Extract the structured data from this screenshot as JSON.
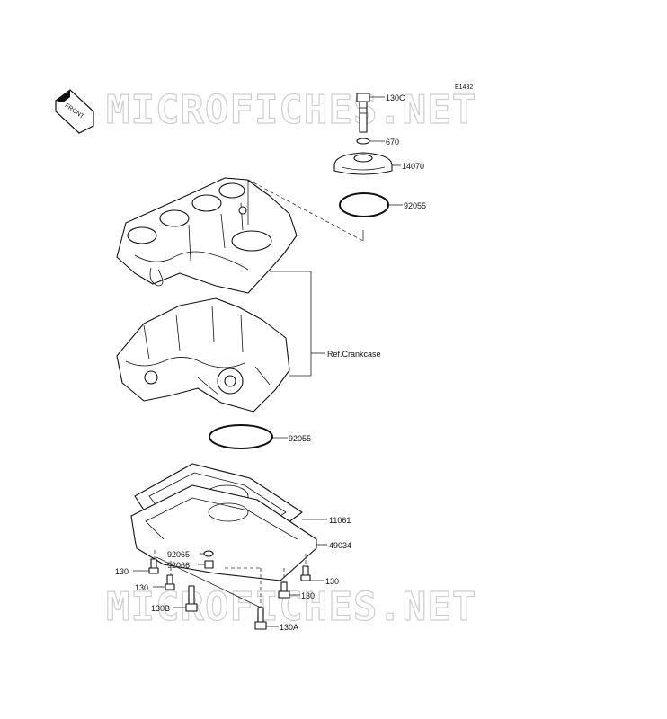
{
  "diagram": {
    "code": "E1432",
    "front_label": "FRONT",
    "watermark": "MICROFICHES.NET",
    "callouts": {
      "c130c": "130C",
      "c670": "670",
      "c14070": "14070",
      "c92055_top": "92055",
      "ref_crankcase": "Ref.Crankcase",
      "c92055_bottom": "92055",
      "c11061": "11061",
      "c49034": "49034",
      "c92065": "92065",
      "c92066": "92066",
      "c130_left": "130",
      "c130_mid_left": "130",
      "c130b": "130B",
      "c130_right_top": "130",
      "c130_right": "130",
      "c130a": "130A"
    }
  }
}
